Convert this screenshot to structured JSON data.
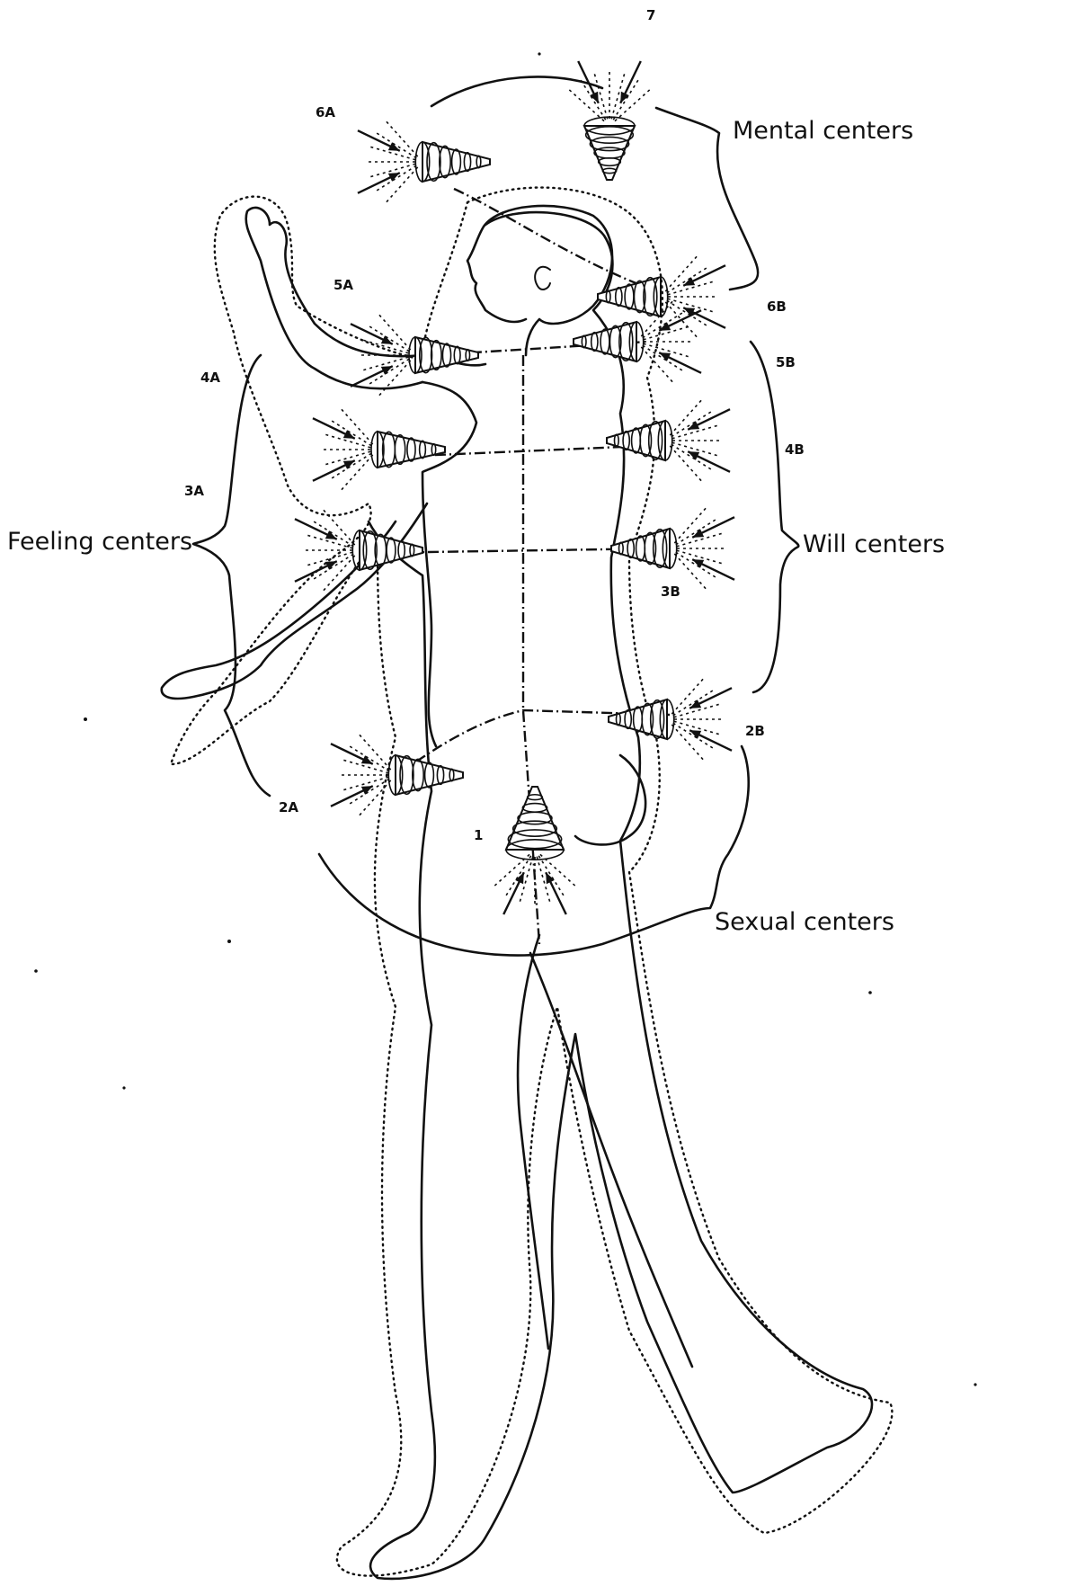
{
  "labels": {
    "c7": "7",
    "c6a": "6A",
    "c6b": "6B",
    "c5a": "5A",
    "c5b": "5B",
    "c4a": "4A",
    "c4b": "4B",
    "c3a": "3A",
    "c3b": "3B",
    "c2a": "2A",
    "c2b": "2B",
    "c1": "1"
  },
  "groups": {
    "mental": "Mental centers",
    "feeling": "Feeling centers",
    "will": "Will centers",
    "sexual": "Sexual centers"
  }
}
